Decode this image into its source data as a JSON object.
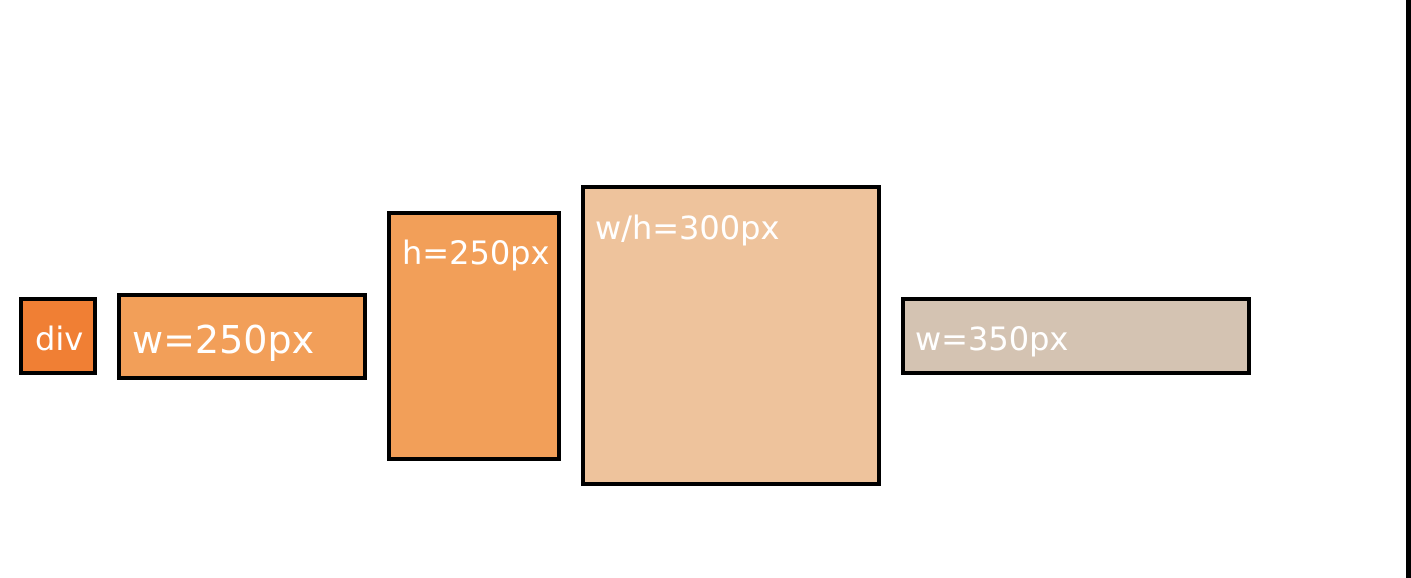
{
  "boxes": [
    {
      "label": "div",
      "fill": "#f07f34"
    },
    {
      "label": "w=250px",
      "fill": "#f29f59"
    },
    {
      "label": "h=250px",
      "fill": "#f29f59"
    },
    {
      "label": "w/h=300px",
      "fill": "#eec39c"
    },
    {
      "label": "w=350px",
      "fill": "#d4c3b2"
    }
  ],
  "colors": {
    "border": "#000000",
    "text": "#ffffff",
    "background": "#ffffff"
  }
}
